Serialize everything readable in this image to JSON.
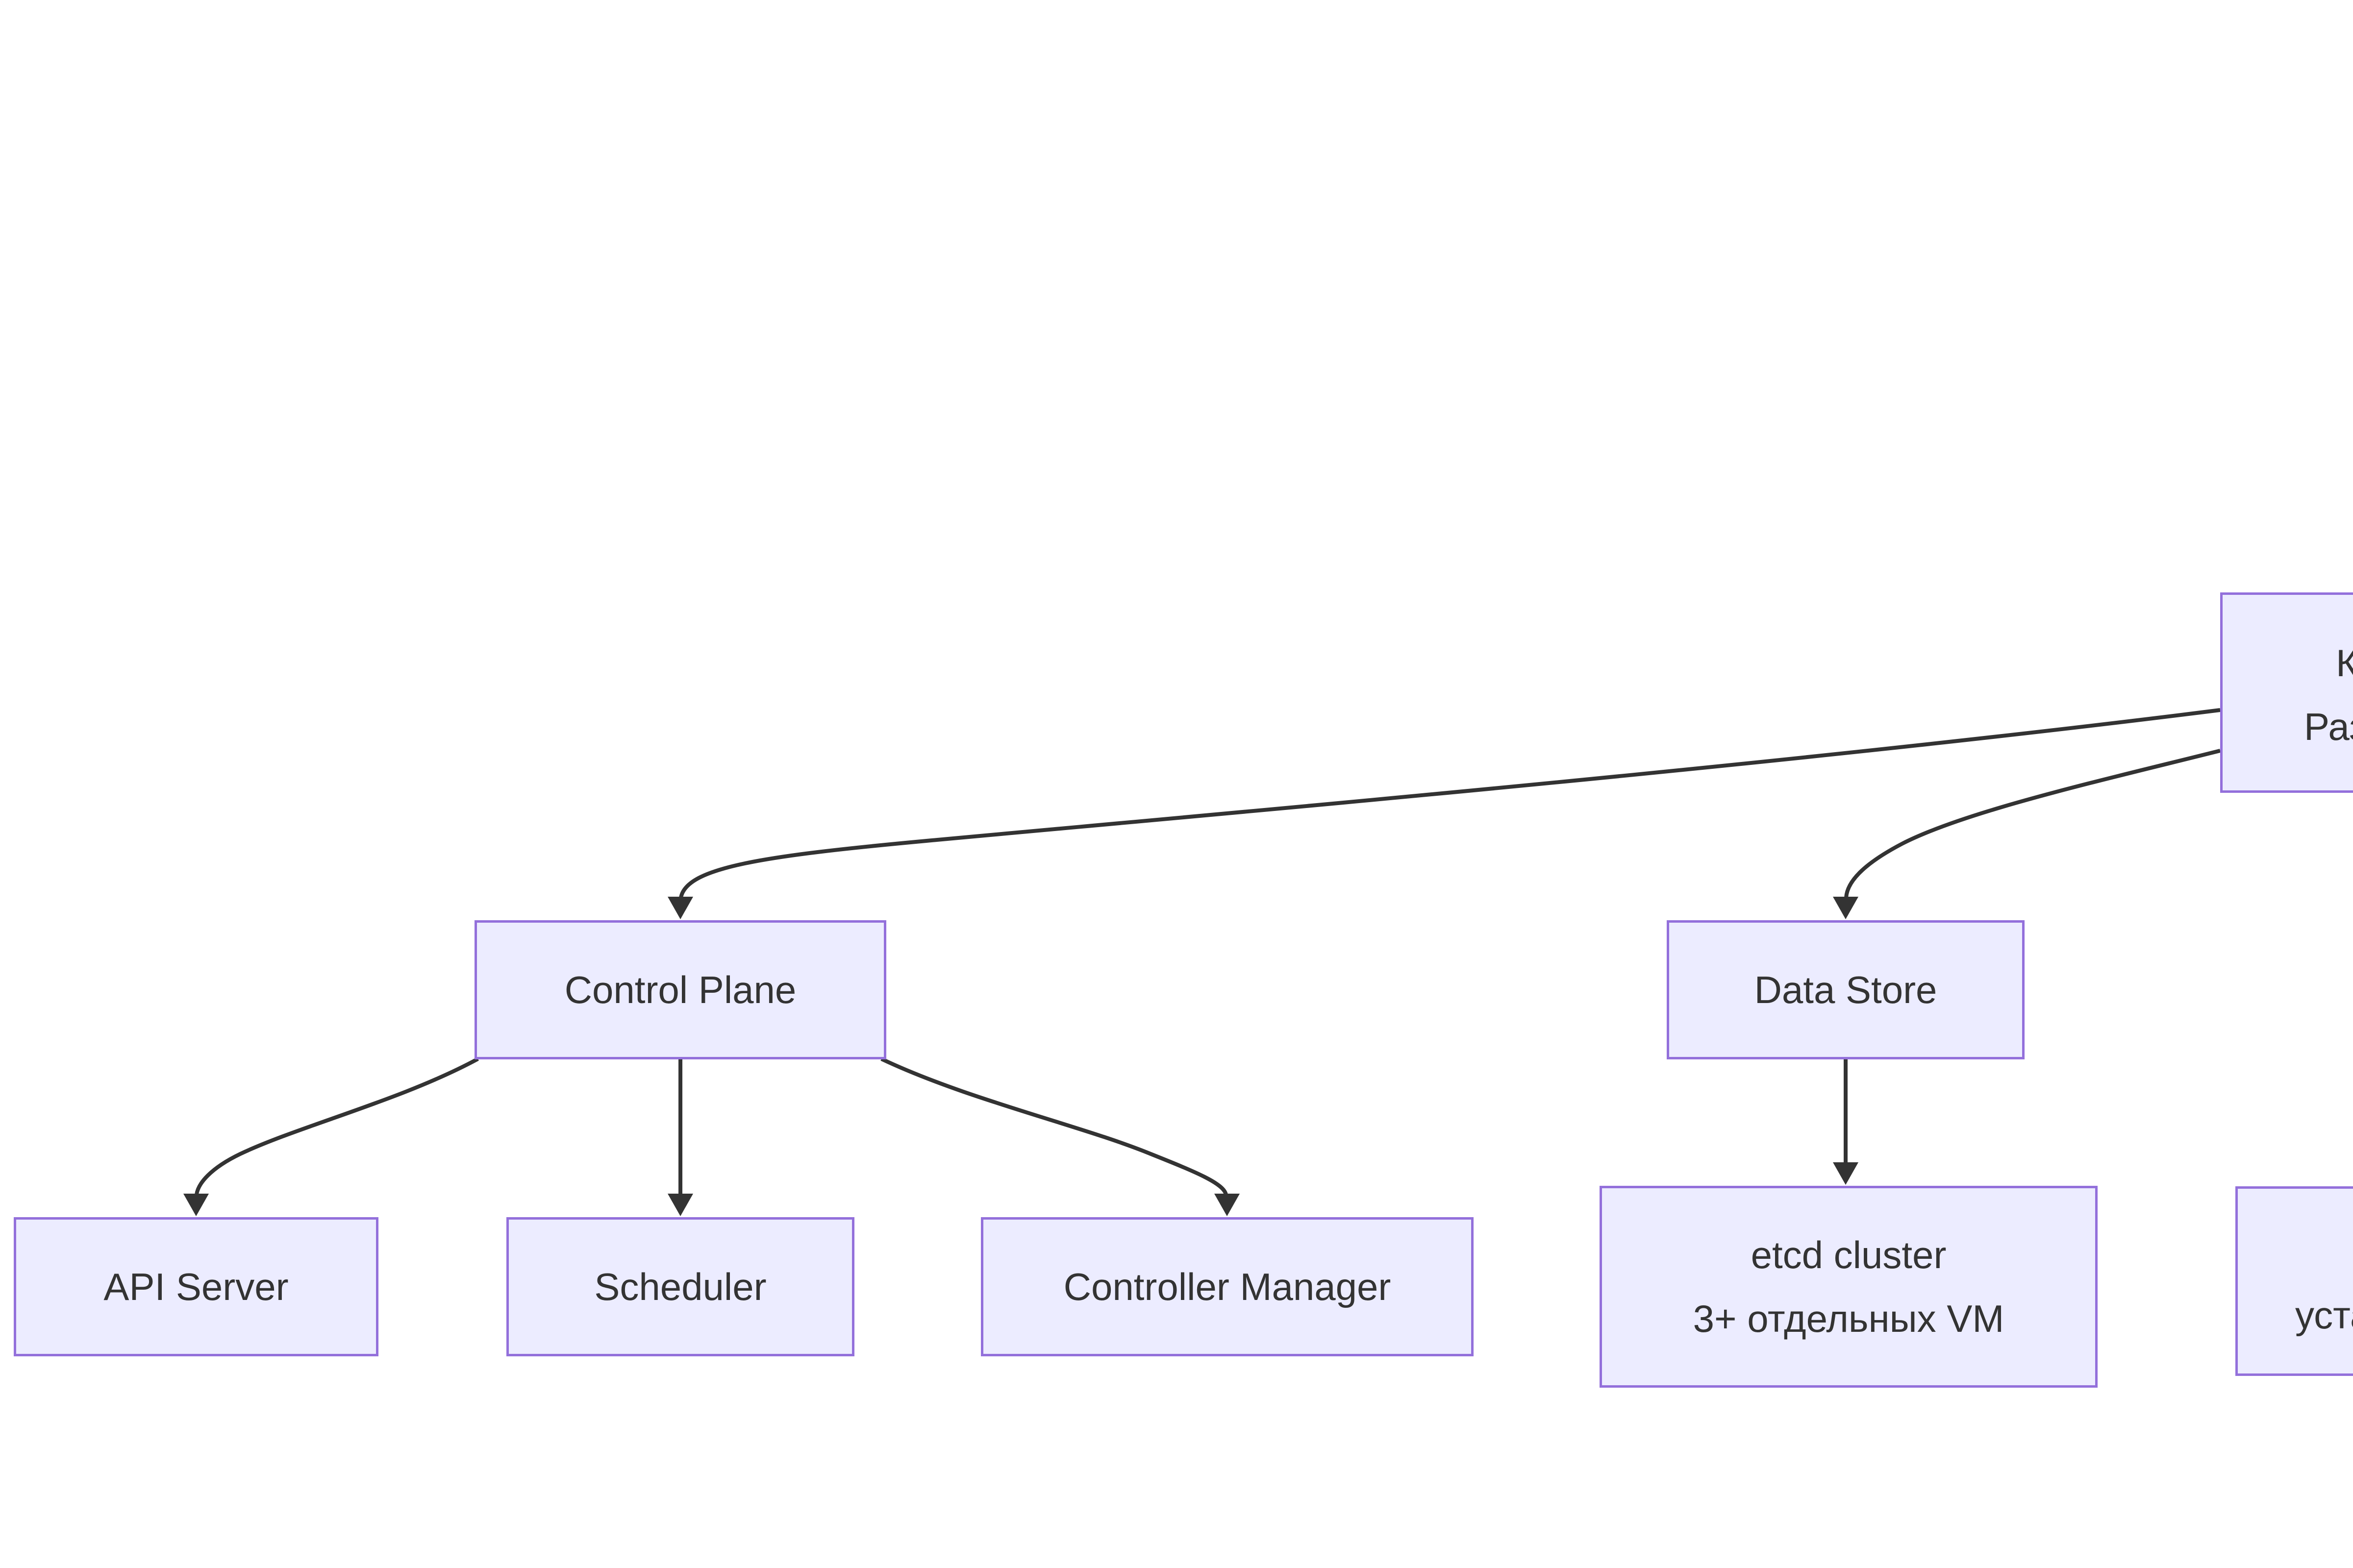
{
  "diagram": {
    "type": "flowchart",
    "colors": {
      "background": "#ffffff",
      "node_fill": "#ECECFF",
      "node_border": "#9370DB",
      "edge_color": "#333333",
      "text_color": "#333333"
    },
    "nodes": {
      "root_partial": {
        "line1": "К",
        "line2": "Раз"
      },
      "control_plane": {
        "label": "Control Plane"
      },
      "data_store": {
        "label": "Data Store"
      },
      "api_server": {
        "label": "API Server"
      },
      "scheduler": {
        "label": "Scheduler"
      },
      "controller_manager": {
        "label": "Controller Manager"
      },
      "etcd": {
        "line1": "etcd cluster",
        "line2": "3+ отдельных VM"
      },
      "bottom_right_partial": {
        "line2": "уста"
      }
    },
    "edges": [
      {
        "from": "root_partial",
        "to": "control_plane"
      },
      {
        "from": "root_partial",
        "to": "data_store"
      },
      {
        "from": "control_plane",
        "to": "api_server"
      },
      {
        "from": "control_plane",
        "to": "scheduler"
      },
      {
        "from": "control_plane",
        "to": "controller_manager"
      },
      {
        "from": "data_store",
        "to": "etcd"
      }
    ]
  }
}
